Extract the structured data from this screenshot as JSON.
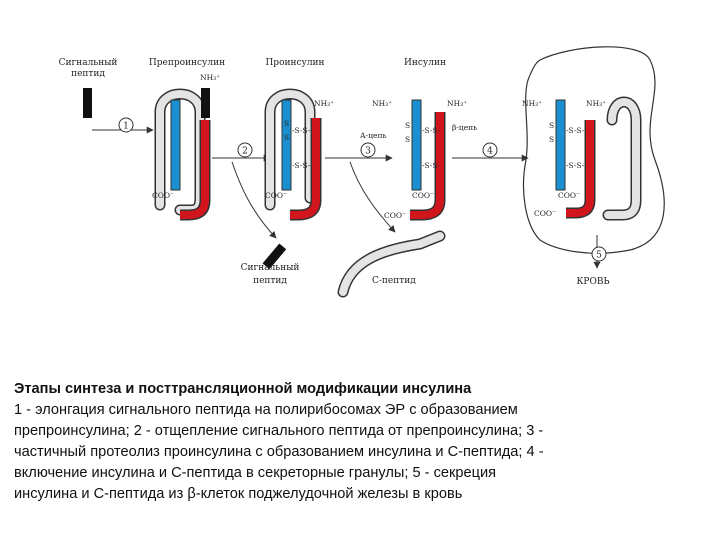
{
  "labels": {
    "signal_peptide": [
      "Сигнальный",
      "пептид"
    ],
    "preproinsulin": "Препроинсулин",
    "proinsulin": "Проинсулин",
    "insulin": "Инсулин",
    "nh3": "NH₃⁺",
    "coo": "COO⁻",
    "ss": "-S-S-",
    "s": "S",
    "a_chain": "А-цепь",
    "b_chain": "β-цепь",
    "c_peptide": "С-пептид",
    "signal_peptide_cleaved": [
      "Сигнальный",
      "пептид"
    ],
    "blood": "КРОВЬ"
  },
  "steps": [
    "1",
    "2",
    "3",
    "4",
    "5"
  ],
  "colors": {
    "signal": "#111111",
    "a_chain": "#1b8fcf",
    "b_chain": "#d0161c",
    "c_peptide": "#e4e4e4",
    "outline": "#333333"
  },
  "caption": {
    "title": "Этапы синтеза и посттрансляционной модификации инсулина",
    "body": "1 - элонгация сигнального пептида на полирибосомах ЭР с образованием\nпрепроинсулина; 2 - отщепление сигнального пептида от препроинсулина; 3 -\nчастичный протеолиз проинсулина с образованием инсулина и С-пептида; 4 -\nвключение инсулина и С-пептида в секреторные гранулы; 5 - секреция\nинсулина и С-пептида из β-клеток поджелудочной железы в кровь"
  }
}
